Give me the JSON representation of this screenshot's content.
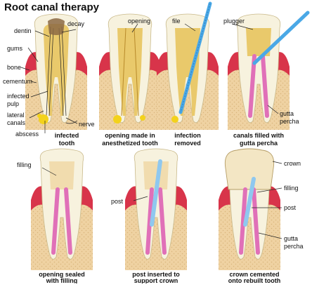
{
  "title": "Root canal therapy",
  "colors": {
    "gum": "#d8344a",
    "gum_light": "#f0a6ad",
    "bone": "#efd2a2",
    "bone_dot": "#d9b57c",
    "enamel": "#f7f2de",
    "dentin": "#f3eccd",
    "pulp": "#e9c96b",
    "nerve_red": "#d93030",
    "nerve_yellow": "#f3c400",
    "gutta_percha": "#e070b8",
    "file_blue": "#4aa8e6",
    "post_blue": "#8fc8ef",
    "crown": "#f3e6c4"
  },
  "labels": {
    "decay": "decay",
    "dentin": "dentin",
    "gums": "gums",
    "bone": "bone",
    "cementum": "cementum",
    "infected_pulp_1": "infected",
    "infected_pulp_2": "pulp",
    "lateral_canals_1": "lateral",
    "lateral_canals_2": "canals",
    "abscess": "abscess",
    "nerve": "nerve",
    "opening": "opening",
    "file": "file",
    "plugger": "plugger",
    "gutta_1": "gutta",
    "gutta_2": "percha",
    "filling": "filling",
    "post": "post",
    "crown": "crown"
  },
  "captions": [
    [
      "infected",
      "tooth"
    ],
    [
      "opening made in",
      "anesthetized tooth"
    ],
    [
      "infection",
      "removed"
    ],
    [
      "canals filled with",
      "gutta percha"
    ],
    [
      "opening sealed",
      "with filling"
    ],
    [
      "post inserted to",
      "support crown"
    ],
    [
      "crown cemented",
      "onto rebuilt tooth"
    ]
  ]
}
